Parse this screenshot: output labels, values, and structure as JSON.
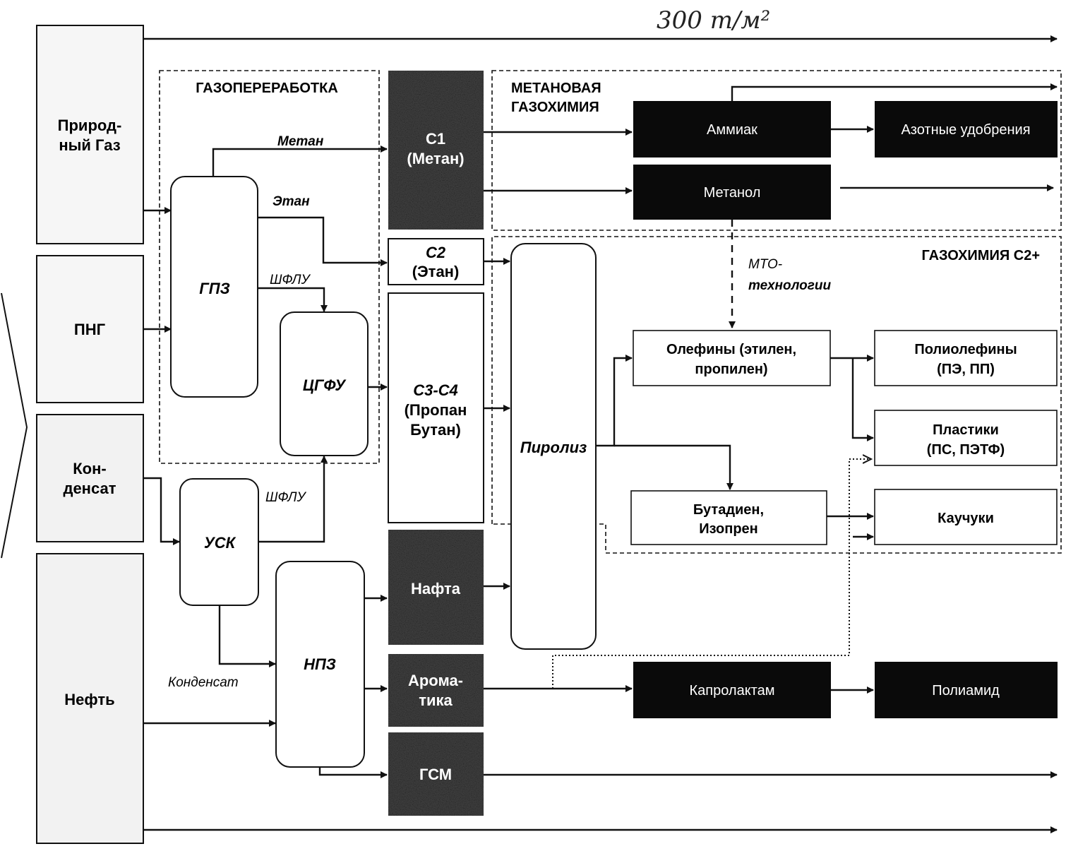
{
  "handwriting": "300 т/м²",
  "sources": {
    "natural_gas": [
      "Природ-",
      "ный Газ"
    ],
    "png": "ПНГ",
    "condensate": [
      "Кон-",
      "денсат"
    ],
    "oil": "Нефть"
  },
  "groups": {
    "gas_processing": "ГАЗОПЕРЕРАБОТКА",
    "methane_chem": [
      "МЕТАНОВАЯ",
      "ГАЗОХИМИЯ"
    ],
    "c2_chem": "ГАЗОХИМИЯ С2+"
  },
  "units": {
    "gpz": "ГПЗ",
    "cgfu": "ЦГФУ",
    "usk": "УСК",
    "npz": "НПЗ",
    "pyrolysis": "Пиролиз"
  },
  "flows": {
    "methane": "Метан",
    "ethane": "Этан",
    "shflu_top": "ШФЛУ",
    "shflu_bottom": "ШФЛУ",
    "condensate": "Конденсат",
    "mto": [
      "МТО-",
      "технологии"
    ]
  },
  "fractions": {
    "c1": [
      "C1",
      "(Метан)"
    ],
    "c2": [
      "C2",
      "(Этан)"
    ],
    "c3c4": [
      "C3-C4",
      "(Пропан",
      "Бутан)"
    ],
    "nafta": "Нафта",
    "aromatics": [
      "Арома-",
      "тика"
    ],
    "gsm": "ГСМ"
  },
  "products": {
    "ammonia": "Аммиак",
    "fertilizers": "Азотные удобрения",
    "methanol": "Метанол",
    "olefins": [
      "Олефины (этилен,",
      "пропилен)"
    ],
    "polyolefins": [
      "Полиолефины",
      "(ПЭ, ПП)"
    ],
    "plastics": [
      "Пластики",
      "(ПС, ПЭТФ)"
    ],
    "butadiene": [
      "Бутадиен,",
      "Изопрен"
    ],
    "rubbers": "Каучуки",
    "caprolactam": "Капролактам",
    "polyamide": "Полиамид"
  },
  "colors": {
    "line": "#111111",
    "dark_box": "#0a0a0a",
    "grainy_box": "#3a3a3a",
    "source_fill": "#f4f4f4"
  }
}
